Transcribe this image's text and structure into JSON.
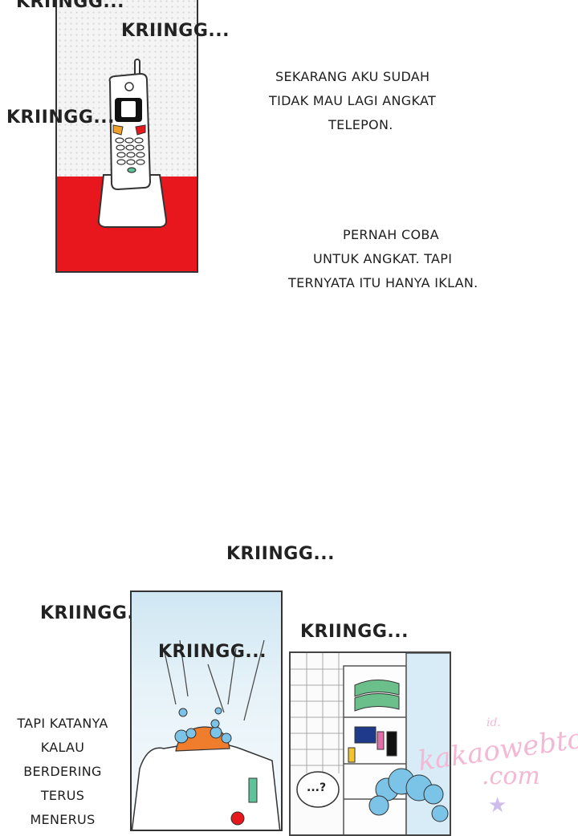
{
  "sound_effects": {
    "ring_1": "KRIINGG...",
    "ring_2": "KRIINGG...",
    "ring_3": "KRIINGG...",
    "ring_4": "KRIINGG...",
    "ring_5": "KRIINGG...",
    "ring_6": "KRIINGG...",
    "ring_7": "KRIINGG..."
  },
  "narration": {
    "block_1": [
      "SEKARANG AKU SUDAH",
      "TIDAK MAU LAGI ANGKAT",
      "TELEPON."
    ],
    "block_2": [
      "PERNAH COBA",
      "UNTUK ANGKAT. TAPI",
      "TERNYATA ITU HANYA IKLAN."
    ],
    "block_3": [
      "TAPI KATANYA",
      "KALAU",
      "BERDERING",
      "TERUS",
      "MENERUS"
    ]
  },
  "speech_bubble": "...?",
  "watermark": {
    "prefix": "id.",
    "brand": "kakaowebtoon",
    "suffix": ".com"
  },
  "colors": {
    "floor_red": "#e8171d",
    "phone_shell": "#ffffff",
    "watermark_pink": "#f3b9d4"
  }
}
